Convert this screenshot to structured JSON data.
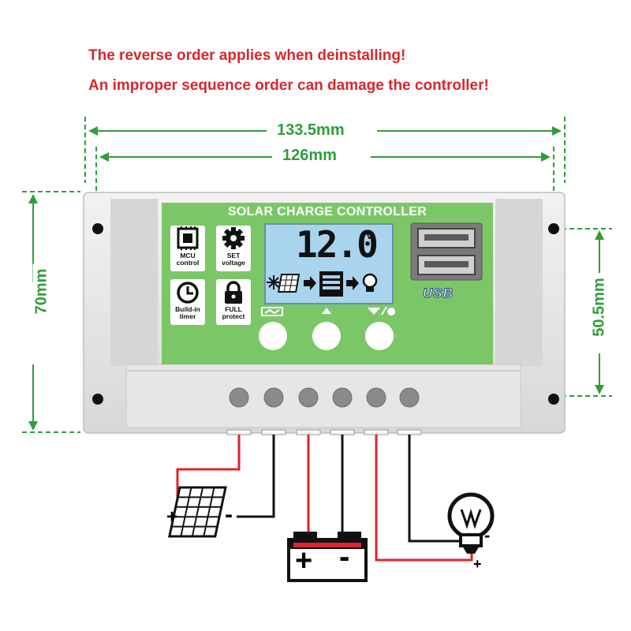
{
  "warnings": {
    "line1": "The reverse order applies when deinstalling!",
    "line2": "An improper sequence order can damage the controller!"
  },
  "dimensions": {
    "total_width": "133.5mm",
    "hole_spacing_width": "126mm",
    "height": "70mm",
    "hole_spacing_height": "50.5mm"
  },
  "controller": {
    "title": "SOLAR CHARGE CONTROLLER",
    "features": [
      {
        "line1": "MCU",
        "line2": "control",
        "icon": "chip-icon"
      },
      {
        "line1": "SET",
        "line2": "voltage",
        "icon": "gear-icon"
      },
      {
        "line1": "Build-in",
        "line2": "timer",
        "icon": "clock-icon"
      },
      {
        "line1": "FULL",
        "line2": "protect",
        "icon": "lock-icon"
      }
    ],
    "display": {
      "voltage": "12.0",
      "unit": "v"
    },
    "usb_label": "USB",
    "button_count": 3,
    "terminal_count": 6
  },
  "wiring": {
    "solar_plus": "+",
    "solar_minus": "-",
    "battery_plus": "+",
    "battery_minus": "-",
    "load_plus": "+",
    "load_minus": "-"
  },
  "colors": {
    "warning": "#d9262c",
    "dimension": "#2f9e3a",
    "panel": "#7bc767",
    "positive_wire": "#d9262c",
    "negative_wire": "#111111"
  }
}
